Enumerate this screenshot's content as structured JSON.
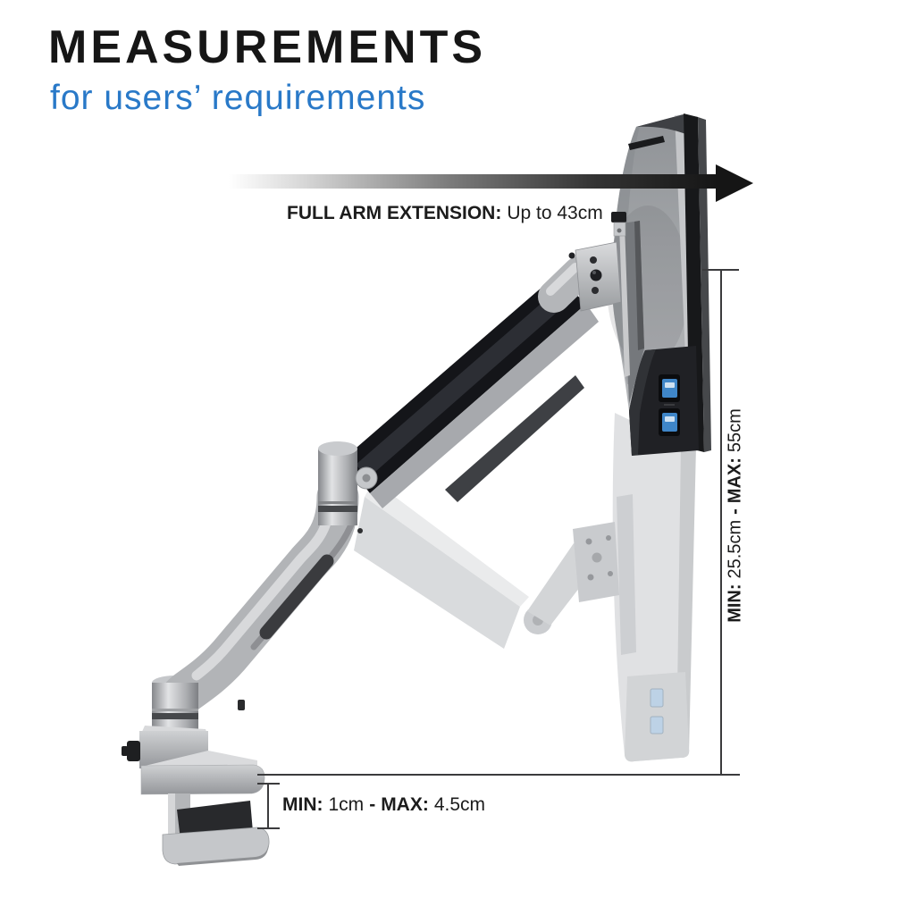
{
  "title": "MEASUREMENTS",
  "subtitle": "for users’ requirements",
  "colors": {
    "accent_blue": "#2979c8",
    "heading_black": "#161616",
    "label_black": "#1c1c1c",
    "measure_line": "#3b3b3d",
    "arrow_dark": "#151515",
    "usb_port_blue": "#3f86c8",
    "product_silver": "#b2b4b7",
    "product_dark": "#17181a",
    "ghost_gray": "#d9dbdd"
  },
  "annotations": {
    "full_arm_extension": {
      "label": "FULL ARM EXTENSION:",
      "value": "Up to 43cm"
    },
    "height_range": {
      "min_label": "MIN:",
      "min_value": "25.5cm",
      "separator": "-",
      "max_label": "MAX:",
      "max_value": "55cm"
    },
    "clamp_thickness_range": {
      "min_label": "MIN:",
      "min_value": "1cm",
      "separator": "-",
      "max_label": "MAX:",
      "max_value": "4.5cm"
    }
  }
}
